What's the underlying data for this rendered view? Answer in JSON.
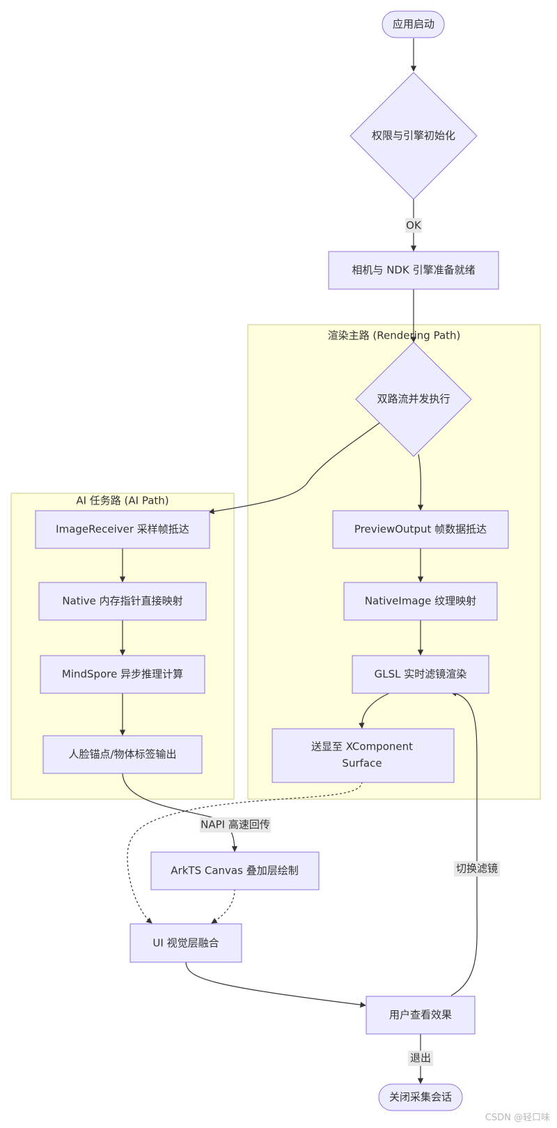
{
  "colors": {
    "node_fill": "#ECECFF",
    "node_stroke": "#9370DB",
    "subgraph_fill": "#FFFFDE",
    "subgraph_stroke": "#C9C98A",
    "edge": "#333333",
    "label_bg": "#E8E8E8"
  },
  "subgraphs": {
    "render": {
      "title": "渲染主路 (Rendering Path)"
    },
    "ai": {
      "title": "AI 任务路 (AI Path)"
    }
  },
  "nodes": {
    "start": {
      "label": "应用启动",
      "icon": "rounded-terminal"
    },
    "init": {
      "label": "权限与引擎初始化",
      "icon": "decision-diamond"
    },
    "ready": {
      "label": "相机与 NDK 引擎准备就绪"
    },
    "dual": {
      "label": "双路流并发执行",
      "icon": "decision-diamond"
    },
    "preview": {
      "label": "PreviewOutput 帧数据抵达"
    },
    "native_image": {
      "label": "NativeImage 纹理映射"
    },
    "glsl": {
      "label": "GLSL 实时滤镜渲染"
    },
    "xcomponent": {
      "label_line1": "送显至 XComponent",
      "label_line2": "Surface"
    },
    "image_receiver": {
      "label": "ImageReceiver 采样帧抵达"
    },
    "native_mem": {
      "label": "Native 内存指针直接映射"
    },
    "mindspore": {
      "label": "MindSpore 异步推理计算"
    },
    "face": {
      "label": "人脸锚点/物体标签输出"
    },
    "canvas": {
      "label": "ArkTS Canvas 叠加层绘制"
    },
    "ui_merge": {
      "label": "UI 视觉层融合"
    },
    "user": {
      "label": "用户查看效果"
    },
    "close": {
      "label": "关闭采集会话",
      "icon": "rounded-terminal"
    }
  },
  "edge_labels": {
    "ok": "OK",
    "napi": "NAPI 高速回传",
    "switch_filter": "切换滤镜",
    "exit": "退出"
  },
  "watermark": "CSDN @轻口味"
}
